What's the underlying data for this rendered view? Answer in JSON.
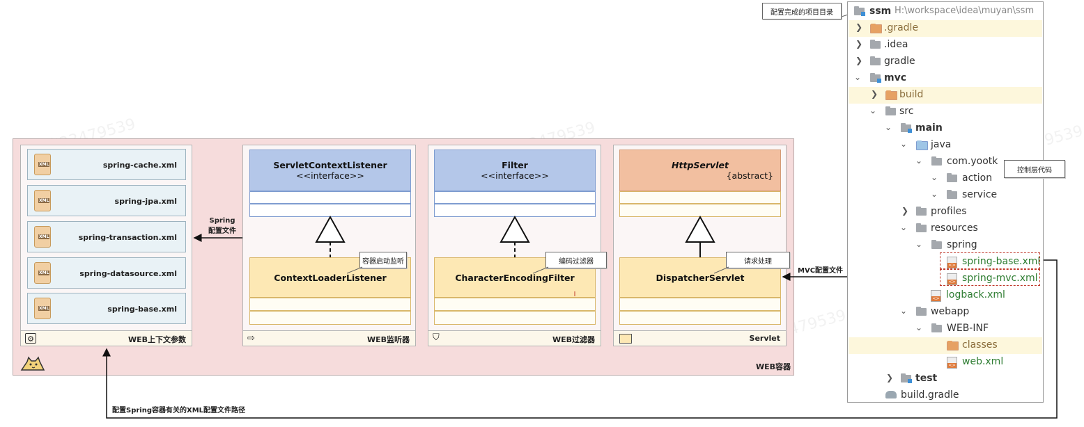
{
  "web_container": {
    "label": "WEB容器",
    "tomcat_icon": "tomcat-icon"
  },
  "context_panel": {
    "label": "WEB上下文参数",
    "icon": "gear-icon",
    "files": [
      "spring-cache.xml",
      "spring-jpa.xml",
      "spring-transaction.xml",
      "spring-datasource.xml",
      "spring-base.xml"
    ],
    "file_icon_text": "XML"
  },
  "listener_panel": {
    "label": "WEB监听器",
    "interface_name": "ServletContextListener",
    "interface_stereo": "<<interface>>",
    "impl_name": "ContextLoaderListener",
    "callout": "容器启动监听"
  },
  "filter_panel": {
    "label": "WEB过滤器",
    "interface_name": "Filter",
    "interface_stereo": "<<interface>>",
    "impl_name": "CharacterEncodingFilter",
    "callout": "编码过滤器"
  },
  "servlet_panel": {
    "label": "Servlet",
    "abstract_name": "HttpServlet",
    "abstract_stereo": "{abstract}",
    "impl_name": "DispatcherServlet",
    "callout": "请求处理"
  },
  "arrows": {
    "spring_config_line1": "Spring",
    "spring_config_line2": "配置文件",
    "mvc_config": "MVC配置文件",
    "bottom_path": "配置Spring容器有关的XML配置文件路径"
  },
  "tree_callout": "配置完成的项目目录",
  "action_callout": "控制层代码",
  "project_tree": {
    "root_name": "ssm",
    "root_path": "H:\\workspace\\idea\\muyan\\ssm",
    "items": [
      {
        "label": ".gradle"
      },
      {
        "label": ".idea"
      },
      {
        "label": "gradle"
      },
      {
        "label": "mvc"
      },
      {
        "label": "build"
      },
      {
        "label": "src"
      },
      {
        "label": "main"
      },
      {
        "label": "java"
      },
      {
        "label": "com.yootk"
      },
      {
        "label": "action"
      },
      {
        "label": "service"
      },
      {
        "label": "profiles"
      },
      {
        "label": "resources"
      },
      {
        "label": "spring"
      },
      {
        "label": "spring-base.xml"
      },
      {
        "label": "spring-mvc.xml"
      },
      {
        "label": "logback.xml"
      },
      {
        "label": "webapp"
      },
      {
        "label": "WEB-INF"
      },
      {
        "label": "classes"
      },
      {
        "label": "web.xml"
      },
      {
        "label": "test"
      },
      {
        "label": "build.gradle"
      }
    ]
  },
  "watermark": "白涛33479539",
  "colors": {
    "container_bg": "#f6dcdc",
    "interface_blue": "#b4c7e9",
    "abstract_orange": "#f2bfa0",
    "impl_yellow": "#fde8b4",
    "xml_green": "#2e7d32"
  }
}
